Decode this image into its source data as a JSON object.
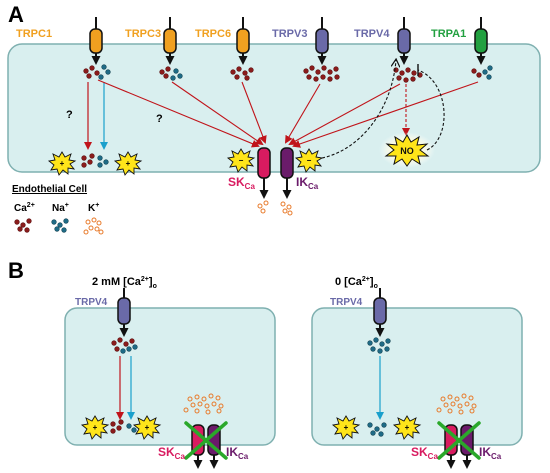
{
  "panel_a": {
    "letter": "A",
    "channels": [
      {
        "label": "TRPC1",
        "color": "#f0a020"
      },
      {
        "label": "TRPC3",
        "color": "#f0a020"
      },
      {
        "label": "TRPC6",
        "color": "#f0a020"
      },
      {
        "label": "TRPV3",
        "color": "#6a6aa8"
      },
      {
        "label": "TRPV4",
        "color": "#6a6aa8"
      },
      {
        "label": "TRPA1",
        "color": "#22a040"
      }
    ],
    "question_mark": "?",
    "sk_main": "SK",
    "sk_sub": "Ca",
    "ik_main": "IK",
    "ik_sub": "Ca",
    "no_label": "NO",
    "cell_title": "Endothelial Cell",
    "ions": {
      "ca_base": "Ca",
      "ca_sup": "2+",
      "na_base": "Na",
      "na_sup": "+",
      "k_base": "K",
      "k_sup": "+"
    }
  },
  "panel_b": {
    "letter": "B",
    "left_condition": {
      "prefix": "2 mM [Ca",
      "sup": "2+",
      "close": "]",
      "sub": "o"
    },
    "right_condition": {
      "prefix": "0 [Ca",
      "sup": "2+",
      "close": "]",
      "sub": "o"
    },
    "channel_label": "TRPV4",
    "sk_main": "SK",
    "sk_sub": "Ca",
    "ik_main": "IK",
    "ik_sub": "Ca"
  },
  "colors": {
    "cell_fill": "#d9efef",
    "cell_stroke": "#7fb0b0",
    "ca": "#8b1c1c",
    "na": "#1f6b86",
    "k": "#e87a2a",
    "trpc": "#f0a020",
    "trpv": "#6a6aa8",
    "trpa": "#22a040",
    "sk": "#d81b60",
    "ik": "#6a1b6a",
    "star": "#ffe51a",
    "cross": "#2aa82a",
    "arrow_red": "#c0141a",
    "arrow_cyan": "#1aa0cc"
  }
}
